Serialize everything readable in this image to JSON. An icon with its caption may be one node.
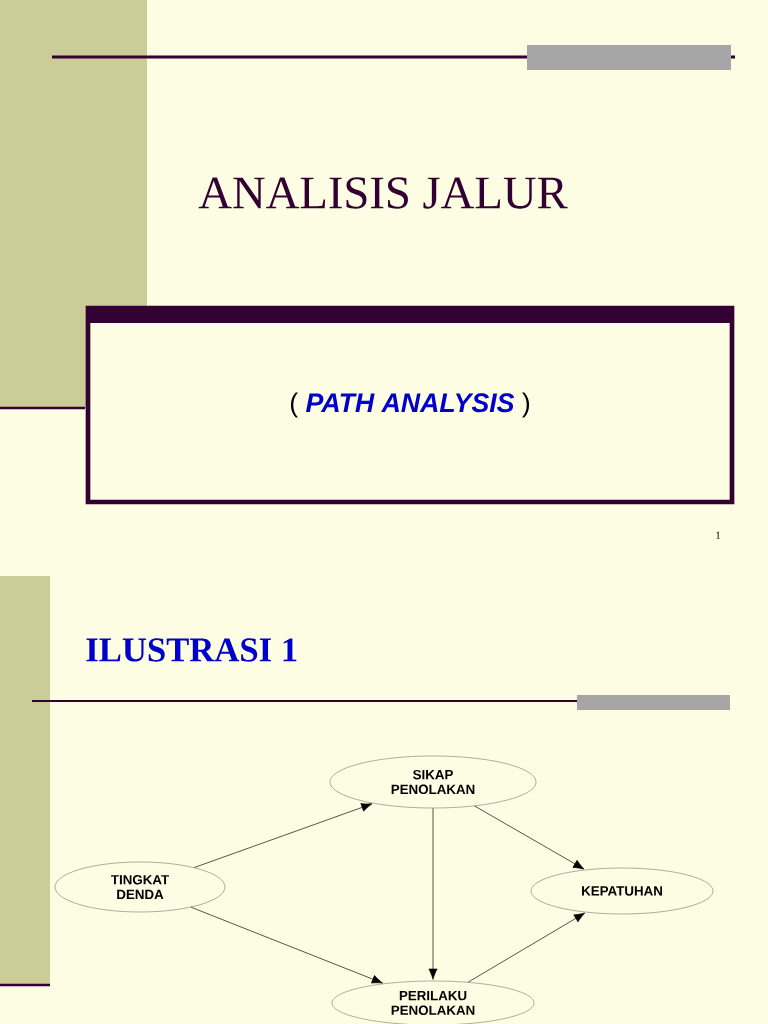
{
  "diagram": {
    "title": "ANALISIS JALUR",
    "nodes": [
      {
        "text": [
          "(",
          "PATH ANALYSIS",
          ")"
        ]
      },
      {
        "text": [
          "SIKAP PENOLAKAN"
        ]
      },
      {
        "text": [
          "TINGKAT DENDA"
        ]
      },
      {
        "text": [
          "KEPATUHAN"
        ]
      },
      {
        "text": [
          "PERILAKU PENOLAKAN"
        ]
      }
    ],
    "edges": [
      {
        "from": 2,
        "to": 1,
        "arrow": "to"
      },
      {
        "from": 1,
        "to": 3,
        "arrow": "to"
      },
      {
        "from": 1,
        "to": 4,
        "arrow": "to"
      },
      {
        "from": 2,
        "to": 4,
        "arrow": "to"
      },
      {
        "from": 4,
        "to": 3,
        "arrow": "to"
      }
    ],
    "labels": [
      "1",
      "ILUSTRASI 1"
    ]
  }
}
